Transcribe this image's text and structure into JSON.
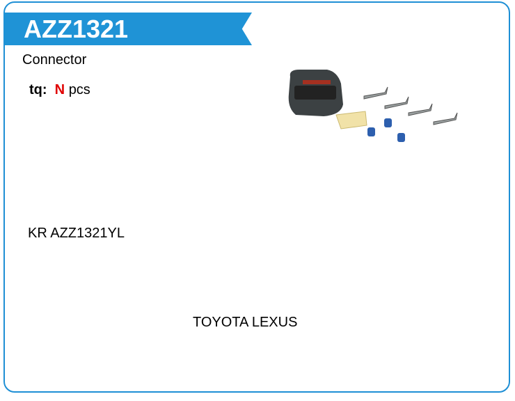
{
  "product": {
    "code": "AZZ1321",
    "type": "Connector",
    "tq_label": "tq:",
    "tq_value": "N",
    "tq_unit": "pcs",
    "part_number": "KR AZZ1321YL",
    "brands": "TOYOTA LEXUS"
  },
  "colors": {
    "accent": "#1f93d6",
    "tq_value": "#e00000"
  }
}
